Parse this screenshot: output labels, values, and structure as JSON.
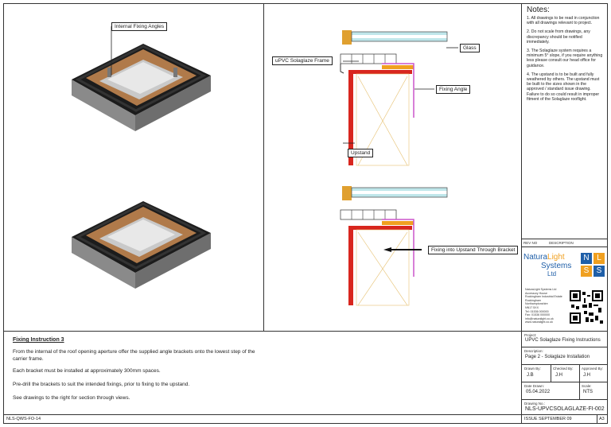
{
  "callouts": {
    "internal_fixing_angles": "Internal Fixing Angles",
    "upvc_solaglaze_frame": "uPVC Solaglaze Frame",
    "glass": "Glass",
    "fixing_angle": "Fixing Angle",
    "upstand": "Upstand",
    "fixing_into_upstand": "Fixing into Upstand Through Bracket"
  },
  "notes": {
    "title": "Notes:",
    "items": [
      "1. All drawings to be read in conjunction with all drawings relevant to project.",
      "2. Do not scale from drawings, any discrepancy should be notified immediately.",
      "3. The Solaglaze system requires a minimum 5° slope, if you require anything less please consult our head office for guidance.",
      "4. The upstand is to be built and fully weathered by others. The upstand must be built to the sizes shown in the approved / standard issue drawing. Failure to do so could result in improper fitment of the Solaglaze rooflight."
    ]
  },
  "revision_row": {
    "rev_label": "REV NO",
    "desc_label": "DESCRIPTION"
  },
  "company": {
    "name_part1": "Natura",
    "name_part2": "Light",
    "name_line2": "Systems",
    "name_line3": "Ltd",
    "logo_letters": [
      "N",
      "L",
      "S",
      "S"
    ],
    "brand_blue": "#1f5fa8",
    "brand_orange": "#f0a020",
    "address": [
      "NaturaLight Systems Ltd",
      "Accessory House",
      "Rockingham Industrial Estate",
      "Rockingham",
      "Northamptonshire",
      "NN17 5XX",
      "Tel: 01536 000000",
      "Fax: 01536 000000",
      "info@naturalight.co.uk",
      "www.naturalight.co.uk"
    ]
  },
  "fixing_instruction": {
    "title": "Fixing Instruction 3",
    "paragraphs": [
      "From the internal of the roof opening aperture offer the supplied angle brackets onto the lowest step of the carrier frame.",
      "Each bracket must be installed at approximately 300mm spaces.",
      "Pre-drill the brackets to suit the intended fixings, prior to fixing to the upstand.",
      "See drawings to the right for section through views."
    ]
  },
  "title_block": {
    "project_label": "Project:",
    "project_value": "UPVC Solaglaze Fixing Instructions",
    "description_label": "Description:",
    "description_value": "Page 2  -  Solaglaze Installation",
    "drawn_by_label": "Drawn By:",
    "drawn_by_value": "J.B",
    "checked_by_label": "Checked By:",
    "checked_by_value": "J.H",
    "approved_by_label": "Approved By:",
    "approved_by_value": "J.H",
    "date_drawn_label": "Date Drawn:",
    "date_drawn_value": "05.04.2022",
    "scale_label": "Scale:",
    "scale_value": "NTS",
    "drawing_no_label": "Drawing No.:",
    "drawing_no_value": "NLS-UPVCSOLAGLAZE-FI-002",
    "issue": "ISSUE SEPTEMBER 09",
    "sheet_size": "A3"
  },
  "footer": {
    "form_code": "NLS-QWS-FO-14"
  }
}
